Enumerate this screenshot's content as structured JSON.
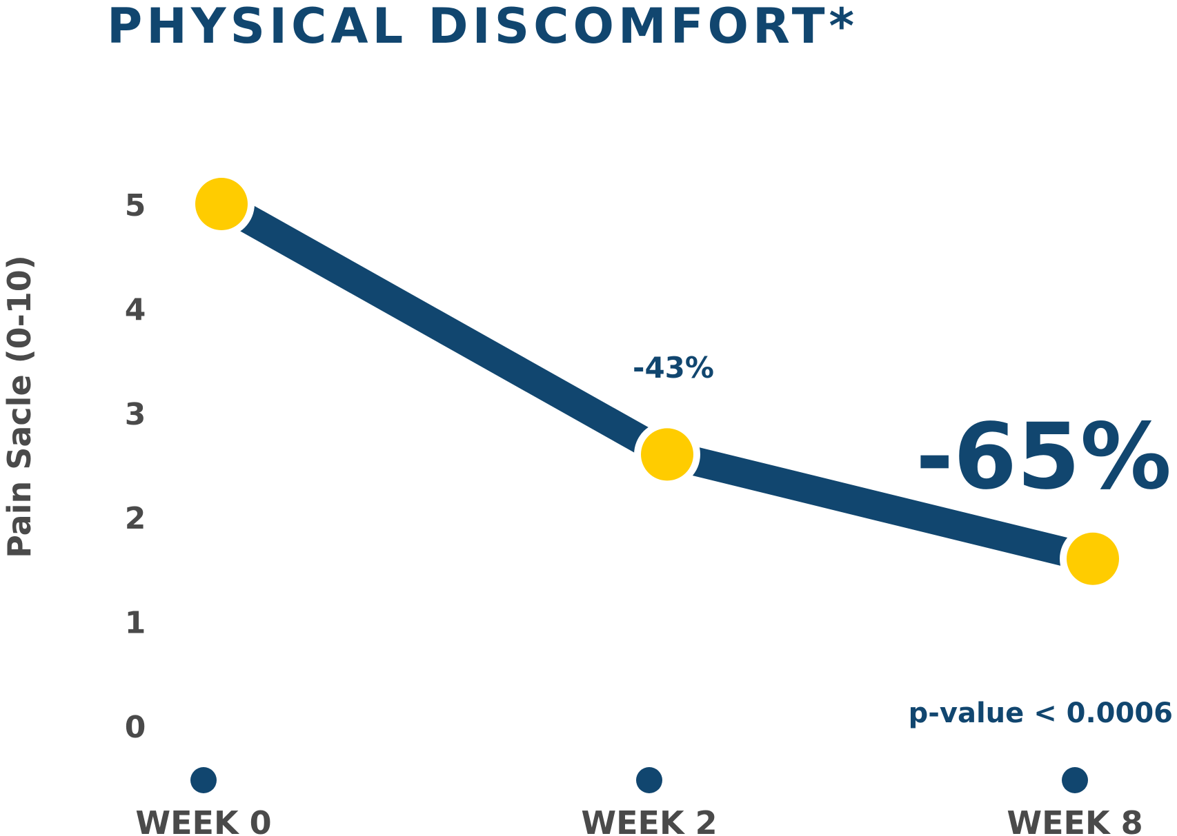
{
  "chart_data": {
    "type": "line",
    "title": "PHYSICAL DISCOMFORT*",
    "ylabel": "Pain Sacle (0-10)",
    "xlabel": "",
    "categories": [
      "WEEK 0",
      "WEEK 2",
      "WEEK 8"
    ],
    "yticks": [
      "0",
      "1",
      "2",
      "3",
      "4",
      "5"
    ],
    "ylim": [
      0,
      5
    ],
    "series": [
      {
        "values": [
          5.0,
          2.6,
          1.6
        ]
      }
    ],
    "annotations": {
      "week2_change": "-43%",
      "week8_change": "-65%",
      "pvalue": "p-value < 0.0006"
    },
    "colors": {
      "line": "#11466f",
      "marker": "#ffcc00",
      "axis_dot": "#11466f",
      "text": "#11466f",
      "tick": "#4a4a4a"
    },
    "grid": false,
    "legend": "none"
  }
}
